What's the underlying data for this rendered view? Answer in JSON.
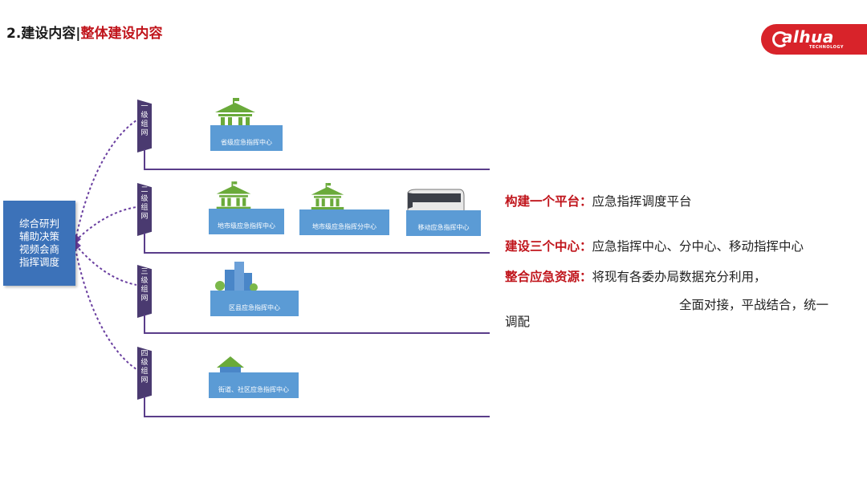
{
  "header": {
    "prefix": "2.建设内容",
    "separator": "|",
    "title": "整体建设内容"
  },
  "logo": {
    "brand": "alhua",
    "sub": "TECHNOLOGY"
  },
  "left_box": {
    "text": "综合研判\n辅助决策\n视频会商\n指挥调度"
  },
  "levels": [
    {
      "tag": "一\n级\n组\n网",
      "centers": [
        "省级应急指挥中心"
      ]
    },
    {
      "tag": "二\n级\n组\n网",
      "centers": [
        "地市级应急指挥中心",
        "地市级应急指挥分中心",
        "移动应急指挥中心"
      ]
    },
    {
      "tag": "三\n级\n组\n网",
      "centers": [
        "区县应急指挥中心"
      ]
    },
    {
      "tag": "四\n级\n组\n网",
      "centers": [
        "街道、社区应急指挥中心"
      ]
    }
  ],
  "right": {
    "line1_key": "构建一个平台：",
    "line1_val": "应急指挥调度平台",
    "line2_key": "建设三个中心：",
    "line2_val": "应急指挥中心、分中心、移动指挥中心",
    "line3_key": "整合应急资源：",
    "line3_val": "将现有各委办局数据充分利用，",
    "line4": "全面对接，平战结合，统一",
    "line5": "调配"
  },
  "colors": {
    "accent_red": "#c0141b",
    "bar_blue": "#5b9bd5",
    "line_purple": "#5a3d8a",
    "icon_green": "#6aaa3a"
  }
}
